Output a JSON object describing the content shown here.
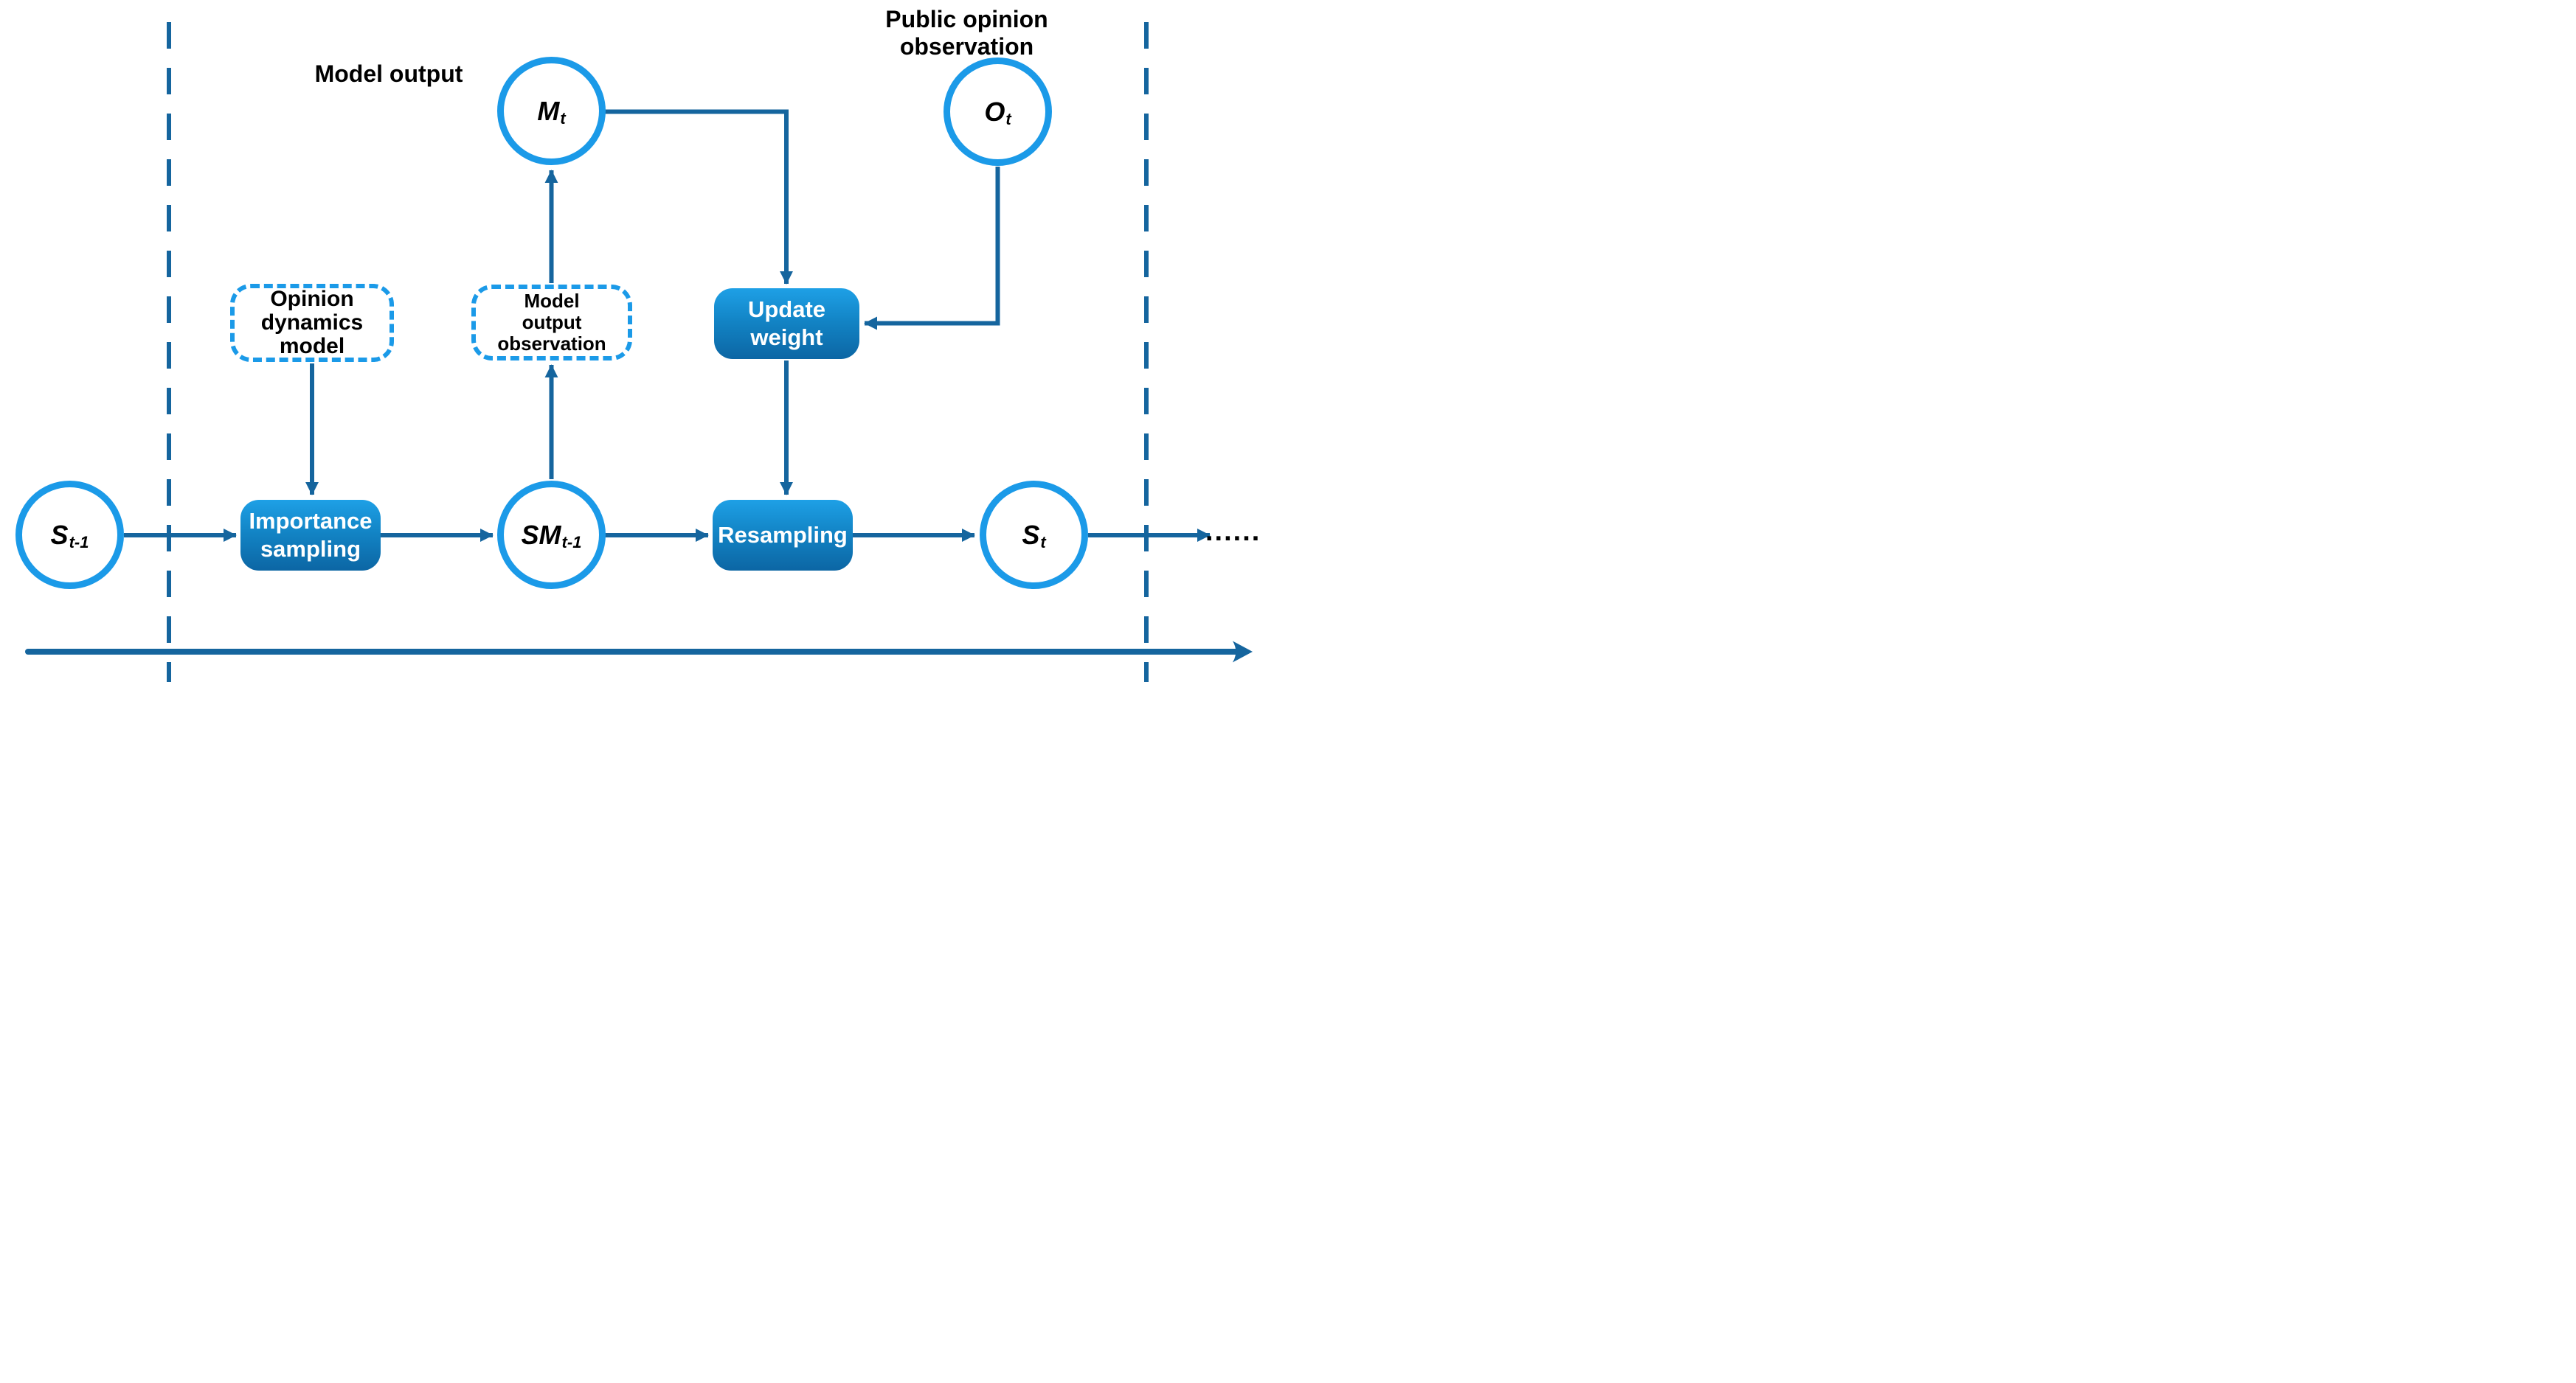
{
  "figure": {
    "labels": {
      "model_output": "Model output",
      "public_opinion_observation": "Public opinion\nobservation",
      "ellipsis": "......"
    },
    "nodes": {
      "s_prev": {
        "main": "S",
        "sub": "t-1"
      },
      "m": {
        "main": "M",
        "sub": "t"
      },
      "o": {
        "main": "O",
        "sub": "t"
      },
      "sm": {
        "main": "SM",
        "sub": "t-1"
      },
      "s": {
        "main": "S",
        "sub": "t"
      }
    },
    "process_boxes": {
      "importance_sampling": "Importance\nsampling",
      "update_weight": "Update\nweight",
      "resampling": "Resampling"
    },
    "dashed_boxes": {
      "opinion_dynamics_model": "Opinion\ndynamics\nmodel",
      "model_output_observation": "Model\noutput\nobservation"
    },
    "colors": {
      "node_stroke": "#1B9AE8",
      "dashed_box_border": "#1B9AE8",
      "arrow": "#15659E",
      "time_divider": "#15659E",
      "box_gradient_top": "#1EA0E6",
      "box_gradient_bottom": "#0C66A4",
      "label_text": "#000000",
      "box_text": "#FFFFFF"
    }
  }
}
